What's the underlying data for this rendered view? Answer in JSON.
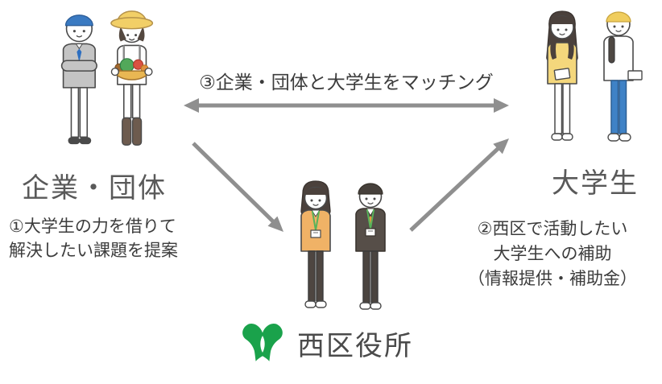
{
  "diagram": {
    "companies": {
      "heading": "企業・団体",
      "note": "①大学生の力を借りて\n解決したい課題を提案",
      "illustration": "businessman-and-farmer-with-vegetable-basket"
    },
    "students": {
      "heading": "大学生",
      "note": "②西区で活動したい\n大学生への補助\n（情報提供・補助金）",
      "illustration": "two-university-students-with-notebooks"
    },
    "ward_office": {
      "heading": "西区役所",
      "emblem": "nishi-ward-green-emblem",
      "illustration": "two-ward-office-staff-with-id-badges"
    },
    "relations": {
      "matching": {
        "label": "③企業・団体と大学生をマッチング",
        "from": "企業・団体",
        "to": "大学生",
        "direction": "bidirectional"
      },
      "propose": {
        "label": "①大学生の力を借りて解決したい課題を提案",
        "from": "企業・団体",
        "to": "西区役所",
        "direction": "one-way"
      },
      "support": {
        "label": "②西区で活動したい大学生への補助（情報提供・補助金）",
        "from": "西区役所",
        "to": "大学生",
        "direction": "one-way"
      }
    },
    "colors": {
      "arrow_gray": "#8f8f8f",
      "heading_gray": "#595959",
      "text_dark": "#3c3c3c",
      "emblem_green": "#1aa24b",
      "jacket_orange": "#f0b266",
      "jeans_blue": "#3f82c6",
      "sweater_yellow": "#f4d77c",
      "suit_gray": "#c4c4c4",
      "hair_blue": "#3a7ac2"
    }
  }
}
